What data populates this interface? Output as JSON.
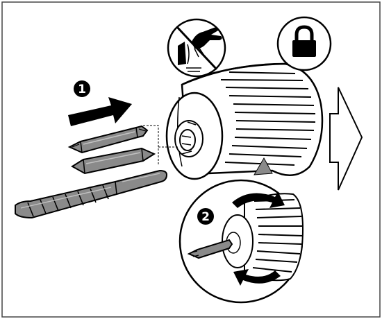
{
  "figure": {
    "steps": [
      {
        "label": "1",
        "meaning": "insert-tool"
      },
      {
        "label": "2",
        "meaning": "rotate-chuck-to-tighten"
      }
    ],
    "icons": {
      "warning": "no-hand-near-chuck-icon",
      "lock": "padlock-icon",
      "direction": "hollow-right-arrow-icon"
    },
    "tools": [
      "double-ended-screwdriver-bit-phillips",
      "double-ended-screwdriver-bit-flat",
      "twist-drill-bit"
    ],
    "colors": {
      "ink": "#000000",
      "tool_fill": "#8a8a8a",
      "tool_light": "#c2c2c2",
      "frame": "#444444",
      "background": "#ffffff"
    }
  }
}
